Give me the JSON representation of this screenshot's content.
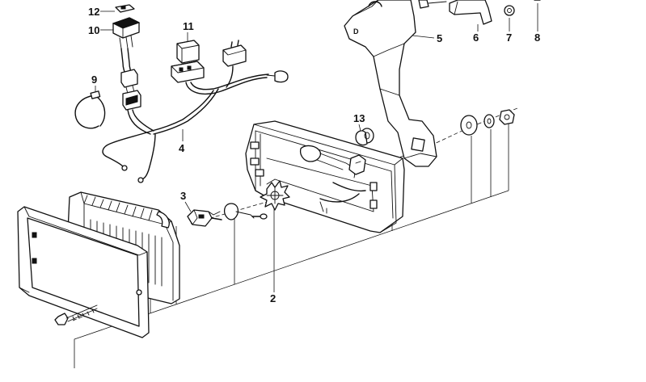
{
  "diagram": {
    "callouts": [
      {
        "id": "p2",
        "label": "2"
      },
      {
        "id": "p3",
        "label": "3"
      },
      {
        "id": "p4",
        "label": "4"
      },
      {
        "id": "p5",
        "label": "5"
      },
      {
        "id": "p6",
        "label": "6"
      },
      {
        "id": "p7",
        "label": "7"
      },
      {
        "id": "p8",
        "label": "8"
      },
      {
        "id": "p9",
        "label": "9"
      },
      {
        "id": "p10",
        "label": "10"
      },
      {
        "id": "p11",
        "label": "11"
      },
      {
        "id": "p12",
        "label": "12"
      },
      {
        "id": "p13",
        "label": "13"
      }
    ],
    "bracket_mark": "D"
  }
}
